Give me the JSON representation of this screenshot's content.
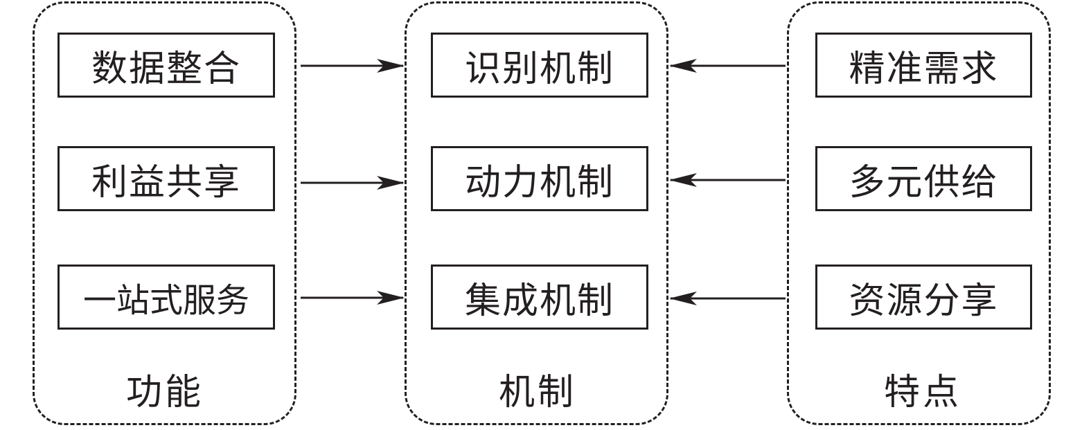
{
  "groups": {
    "functions": {
      "caption": "功能",
      "items": [
        "数据整合",
        "利益共享",
        "一站式服务"
      ]
    },
    "mechanisms": {
      "caption": "机制",
      "items": [
        "识别机制",
        "动力机制",
        "集成机制"
      ]
    },
    "features": {
      "caption": "特点",
      "items": [
        "精准需求",
        "多元供给",
        "资源分享"
      ]
    }
  },
  "colors": {
    "stroke": "#231f20",
    "background": "#ffffff"
  }
}
